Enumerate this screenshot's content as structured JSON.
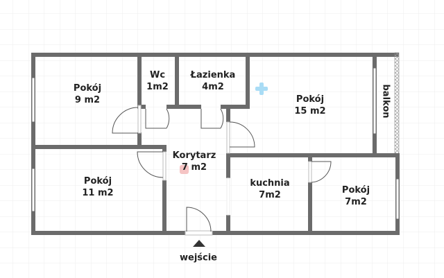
{
  "plan": {
    "colors": {
      "wall": "#6b6b6b",
      "grid": "#ececec",
      "background": "#ffffff",
      "text": "#222222",
      "marker_plus": "#a9dcf5",
      "marker_dot": "#f5c4c4"
    },
    "rooms": [
      {
        "name": "Pokój",
        "area": "9 m2"
      },
      {
        "name": "Wc",
        "area": "1m2"
      },
      {
        "name": "Łazienka",
        "area": "4m2"
      },
      {
        "name": "Pokój",
        "area": "15 m2"
      },
      {
        "name": "Pokój",
        "area": "11 m2"
      },
      {
        "name": "Korytarz",
        "area": "7 m2"
      },
      {
        "name": "kuchnia",
        "area": "7m2"
      },
      {
        "name": "Pokój",
        "area": "7m2"
      }
    ],
    "balcony": "balkon",
    "entrance": "wejście"
  }
}
